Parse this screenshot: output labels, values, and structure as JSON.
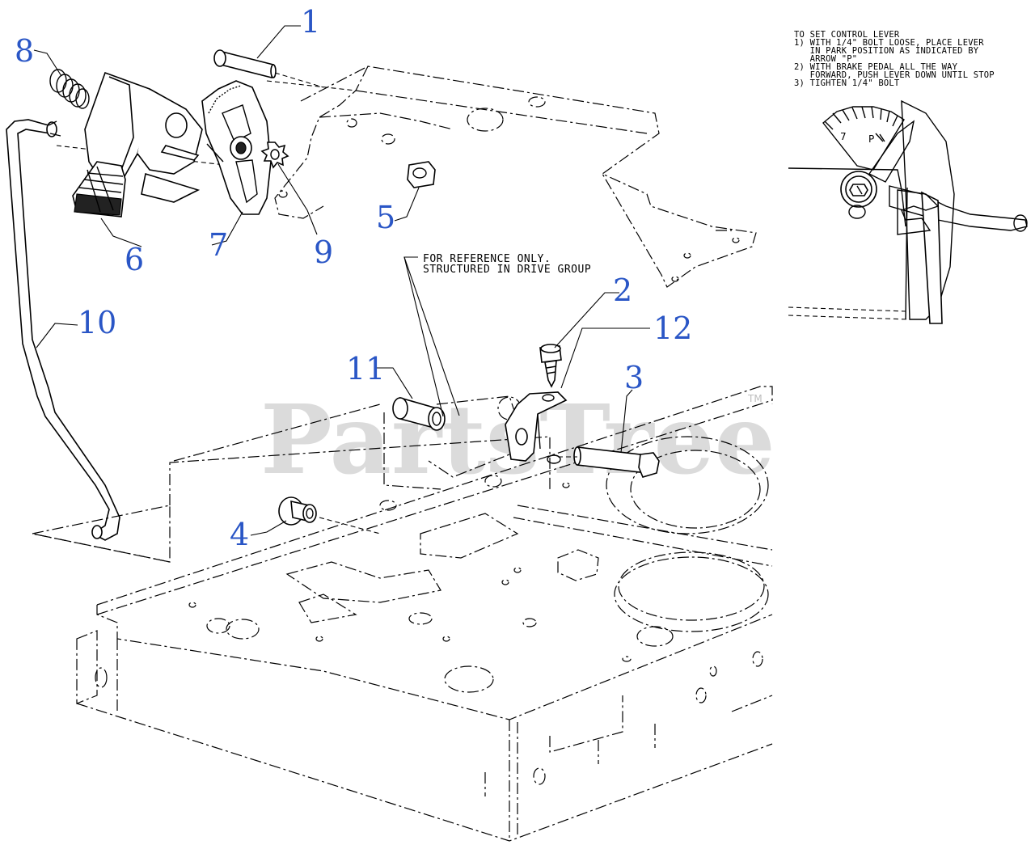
{
  "watermark": {
    "text": "PartsTree",
    "tm": "TM"
  },
  "notes": {
    "control_lever": [
      "TO SET CONTROL LEVER",
      "1) WITH 1/4\" BOLT LOOSE, PLACE LEVER",
      "   IN PARK POSITION AS INDICATED BY",
      "   ARROW \"P\"",
      "2) WITH BRAKE PEDAL ALL THE WAY",
      "   FORWARD, PUSH LEVER DOWN UNTIL STOP",
      "3) TIGHTEN 1/4\" BOLT"
    ],
    "reference": [
      "FOR REFERENCE ONLY.",
      "STRUCTURED IN DRIVE GROUP"
    ]
  },
  "detail_marks": {
    "gear_number": "7",
    "park_mark": "P"
  },
  "callouts": [
    {
      "id": "c1",
      "label": "1"
    },
    {
      "id": "c2",
      "label": "2"
    },
    {
      "id": "c3",
      "label": "3"
    },
    {
      "id": "c4",
      "label": "4"
    },
    {
      "id": "c5",
      "label": "5"
    },
    {
      "id": "c6",
      "label": "6"
    },
    {
      "id": "c7",
      "label": "7"
    },
    {
      "id": "c8",
      "label": "8"
    },
    {
      "id": "c9",
      "label": "9"
    },
    {
      "id": "c10",
      "label": "10"
    },
    {
      "id": "c11",
      "label": "11"
    },
    {
      "id": "c12",
      "label": "12"
    }
  ],
  "colors": {
    "callout": "#2a56c6",
    "line": "#000000",
    "watermark": "#bdbdbd"
  }
}
